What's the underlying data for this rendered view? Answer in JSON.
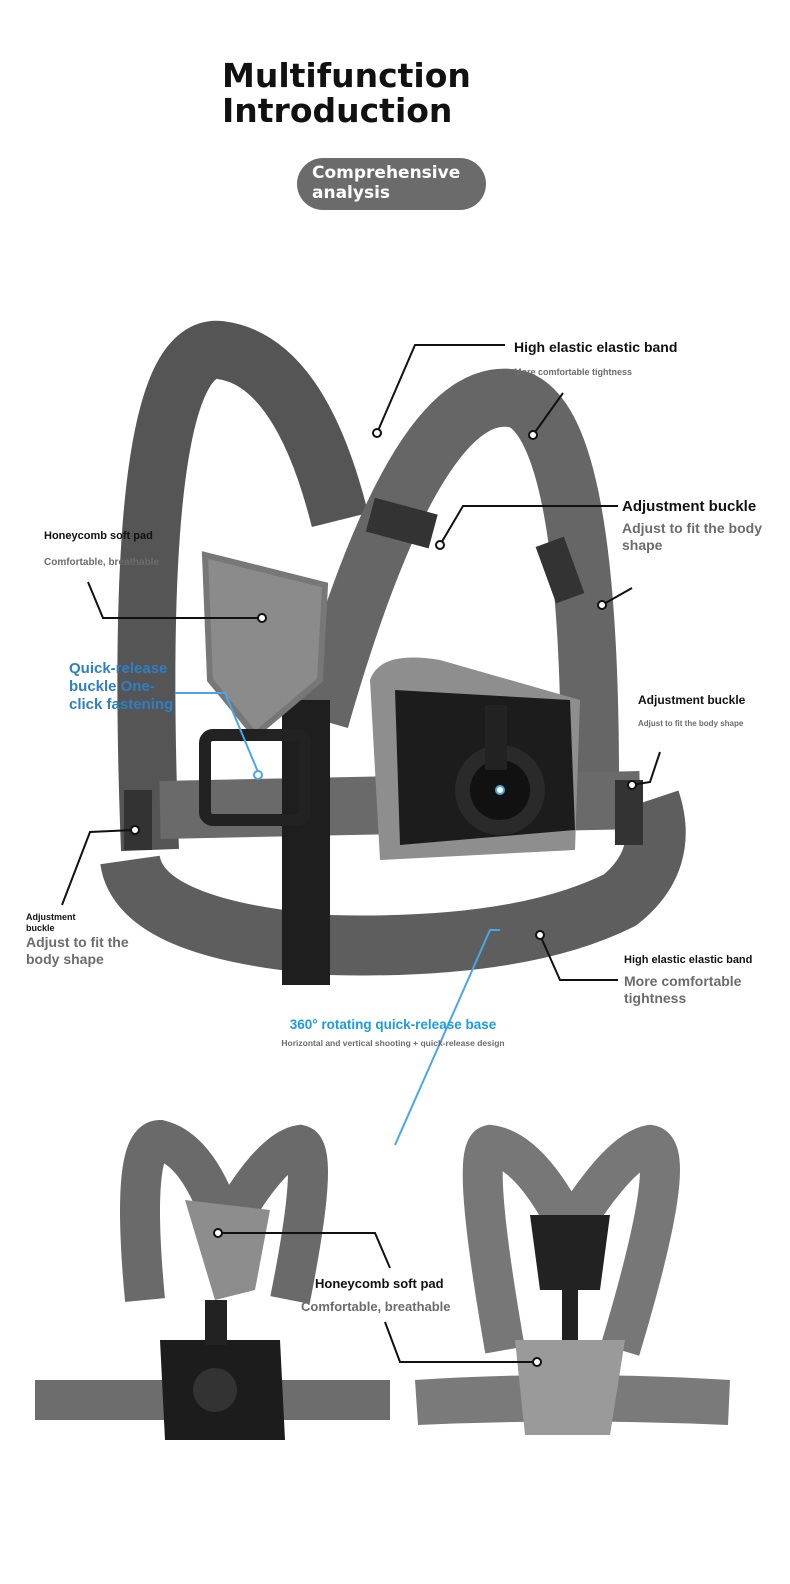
{
  "header": {
    "title_line1": "Multifunction",
    "title_line2": "Introduction",
    "badge": "Comprehensive analysis"
  },
  "callouts": [
    {
      "title": "High elastic elastic band",
      "subtitle": "More comfortable tightness"
    },
    {
      "title": "Adjustment buckle",
      "subtitle": "Adjust to fit the body shape"
    },
    {
      "title": "Honeycomb soft pad",
      "subtitle": "Comfortable, breathable"
    },
    {
      "title": "Quick-release buckle One-click fastening"
    },
    {
      "title": "Adjustment buckle",
      "subtitle": "Adjust to fit the body shape"
    },
    {
      "title": "Adjustment buckle",
      "subtitle": "Adjust to fit the body shape"
    },
    {
      "title": "High elastic elastic band",
      "subtitle": "More comfortable tightness"
    },
    {
      "title": "360° rotating quick-release base",
      "subtitle": "Horizontal and vertical shooting + quick-release design"
    },
    {
      "title": "Honeycomb soft pad",
      "subtitle": "Comfortable, breathable"
    }
  ],
  "colors": {
    "strap": "#6e6e6e",
    "strap_dark": "#3a3a3a",
    "pad": "#8a8a8a",
    "mount": "#1c1c1c",
    "blue": "#2f7fc4",
    "cyan": "#1b9be6"
  }
}
